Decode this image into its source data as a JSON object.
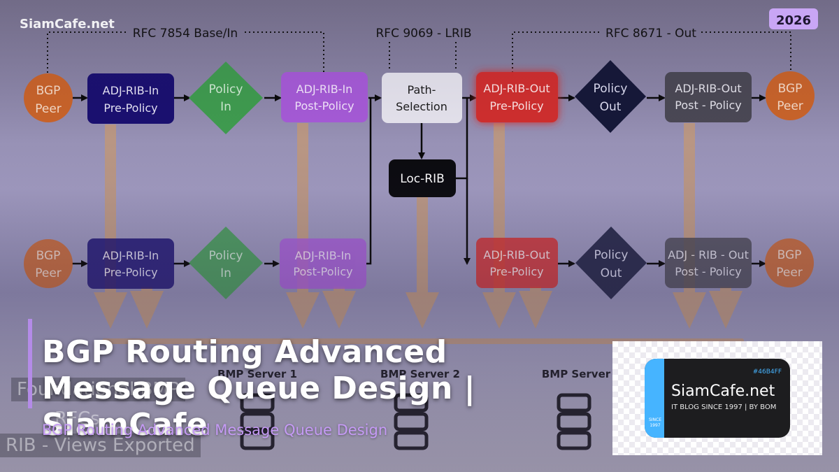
{
  "site": {
    "name": "SiamCafe.net",
    "year": "2026"
  },
  "rfc": {
    "base": "RFC 7854 Base/In",
    "lrib": "RFC 9069 - LRIB",
    "out": "RFC 8671 - Out"
  },
  "nodes": {
    "peer": [
      "BGP",
      "Peer"
    ],
    "adj_in_pre": [
      "ADJ-RIB-In",
      "Pre-Policy"
    ],
    "policy_in": [
      "Policy",
      "In"
    ],
    "adj_in_post": [
      "ADJ-RIB-In",
      "Post-Policy"
    ],
    "path_sel": [
      "Path-",
      "Selection"
    ],
    "loc_rib": "Loc-RIB",
    "adj_out_pre": [
      "ADJ-RIB-Out",
      "Pre-Policy"
    ],
    "policy_out": [
      "Policy",
      "Out"
    ],
    "adj_out_post_top": [
      "ADJ-RIB-Out",
      "Post - Policy"
    ],
    "adj_out_post_bottom": [
      "ADJ - RIB - Out",
      "Post - Policy"
    ]
  },
  "bmp_servers": [
    "BMP Server 1",
    "BMP Server 2",
    "BMP Server"
  ],
  "background_labels": [
    "Foundational BMP",
    "RFCs -",
    "RIB - Views Exported"
  ],
  "title": "BGP Routing Advanced Message Queue Design | SiamCafe",
  "subtitle": "BGP Routing Advanced Message Queue Design",
  "logo": {
    "hex": "#46B4FF",
    "name": "SiamCafe.net",
    "tagline": "IT BLOG SINCE 1997 | BY BOM",
    "badge": "SINCE 1997"
  },
  "colors": {
    "peer": "#c8632a",
    "adj_in_pre": "#1a1070",
    "policy_in": "#3f9b4f",
    "adj_in_post": "#a55ad6",
    "path_sel": "#e4e2ec",
    "loc_rib": "#0b0b0f",
    "adj_out_pre": "#cf2f2f",
    "policy_out": "#151838",
    "adj_out_post": "#4a4854",
    "accent": "#c59af5",
    "logo_blue": "#46b4ff"
  }
}
